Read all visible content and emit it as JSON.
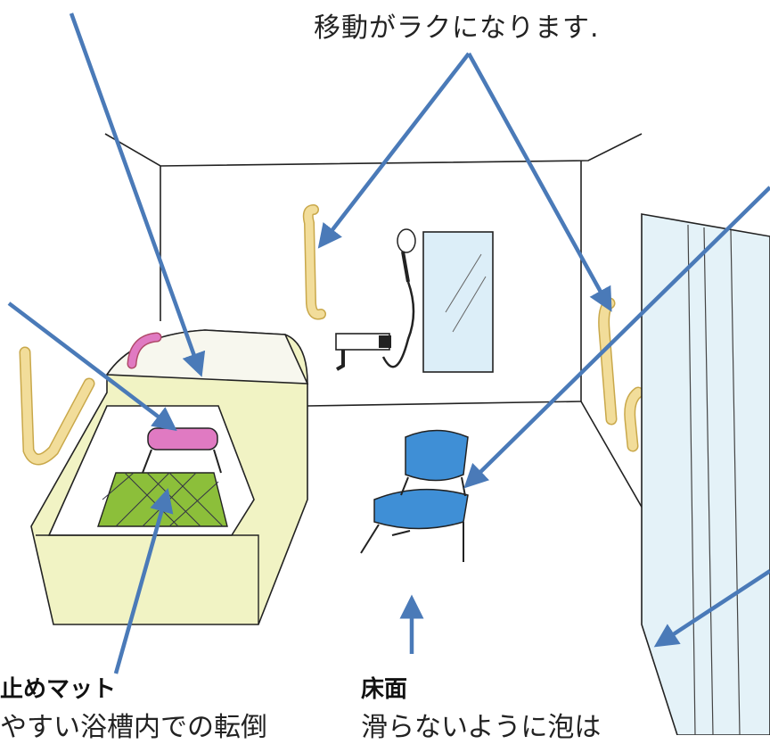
{
  "captions": {
    "handrail_note": "移動がラクになります.",
    "mat_title": "止めマット",
    "mat_desc": "やすい浴槽内での転倒",
    "floor_title": "床面",
    "floor_desc": "滑らないように泡は"
  },
  "colors": {
    "arrow": "#4a7ab8",
    "handrail": "#f2dd9a",
    "tub": "#f1f3c4",
    "mat": "#8cbf3a",
    "seat_pink": "#e07ac2",
    "chair_seat": "#3f8fd6",
    "mirror": "#dceef8",
    "door": "#e4f2f8"
  },
  "icons": [
    "shower-head-icon",
    "faucet-icon",
    "handrail-icon",
    "bath-chair-icon"
  ]
}
